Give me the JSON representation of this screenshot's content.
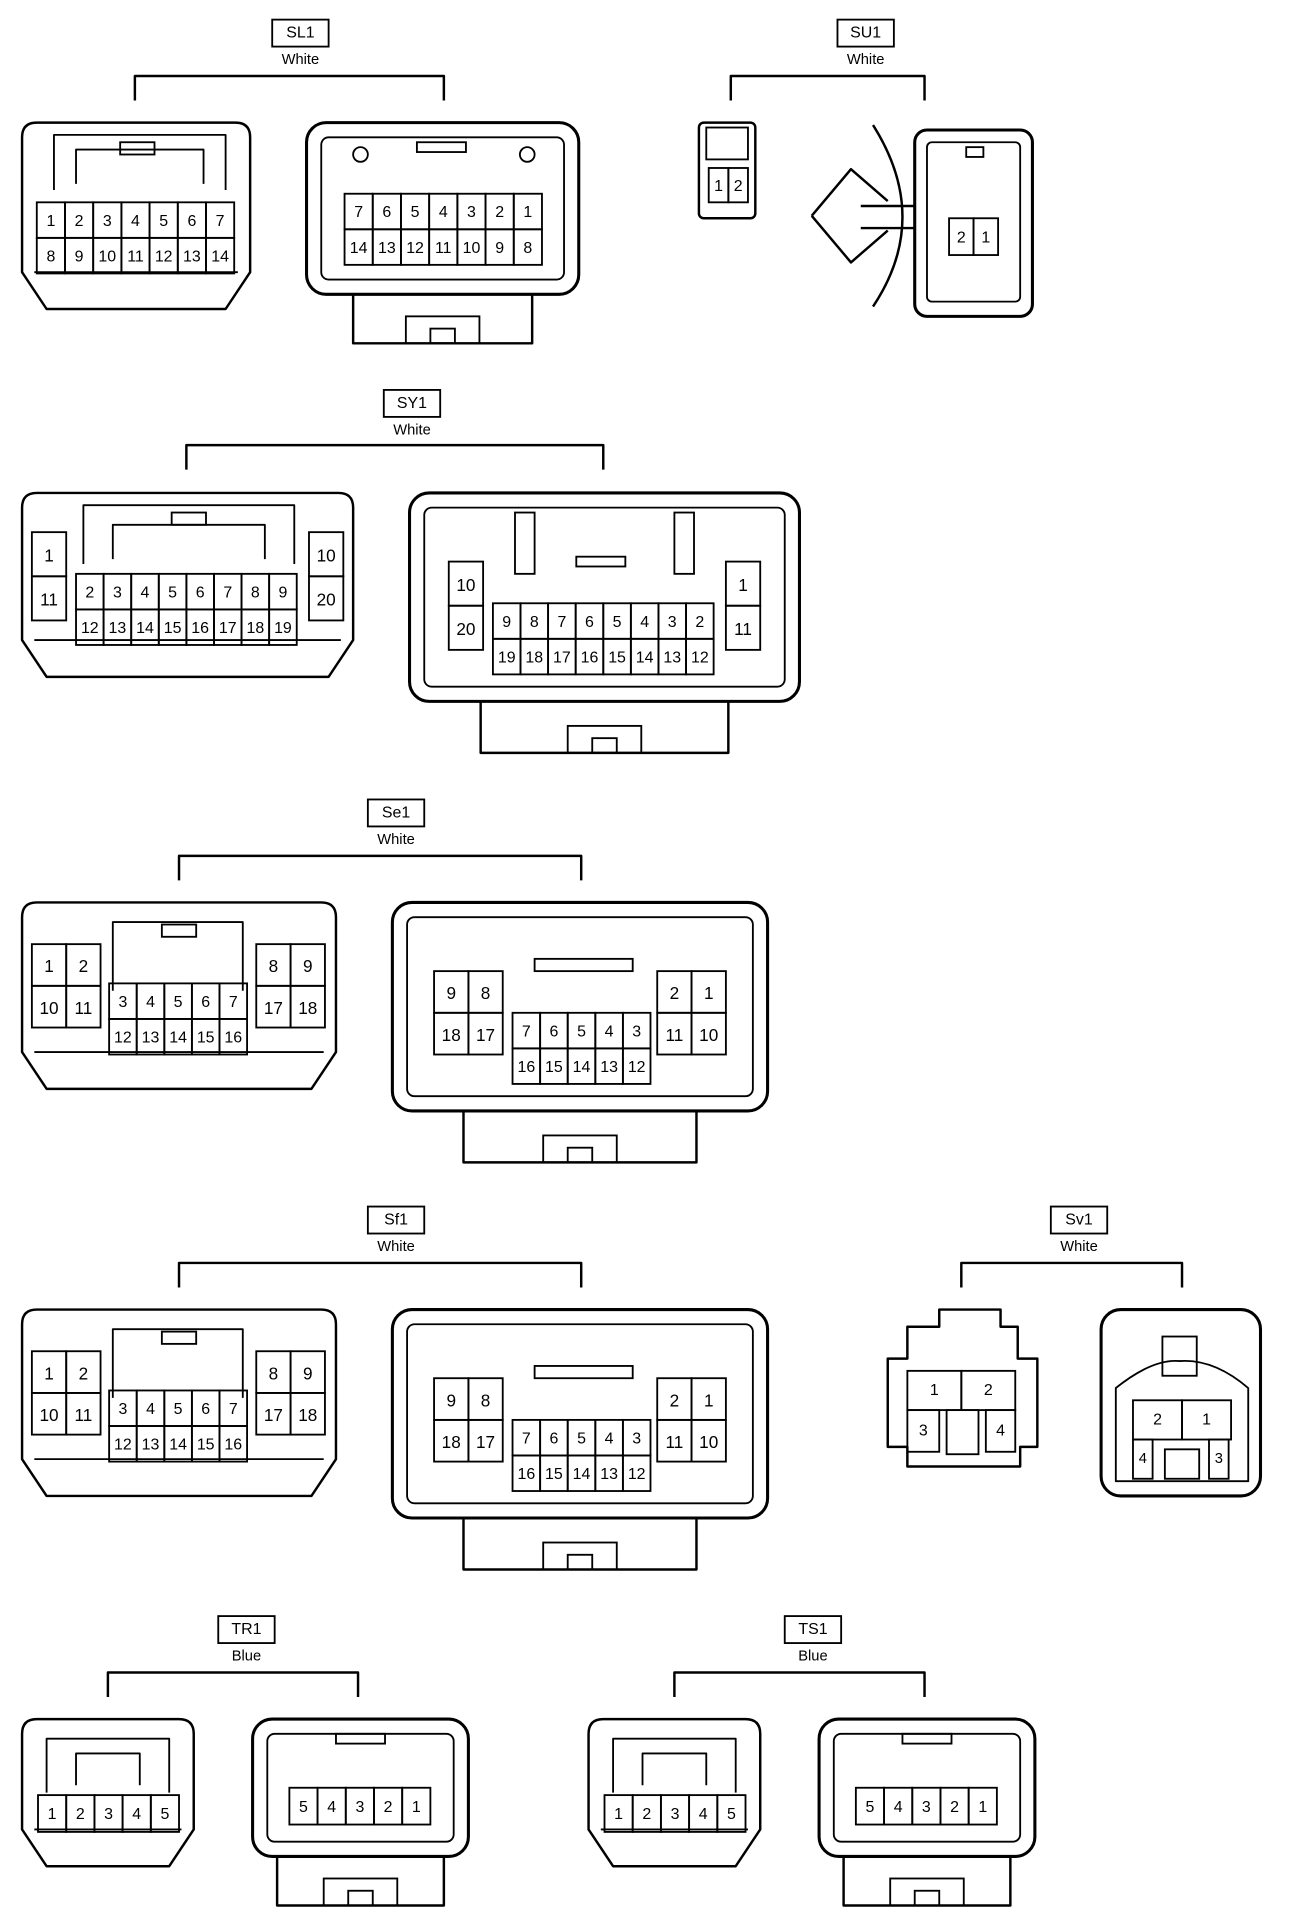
{
  "connectors": [
    {
      "id": "SL1",
      "color": "White"
    },
    {
      "id": "SU1",
      "color": "White"
    },
    {
      "id": "SY1",
      "color": "White"
    },
    {
      "id": "Se1",
      "color": "White"
    },
    {
      "id": "Sf1",
      "color": "White"
    },
    {
      "id": "Sv1",
      "color": "White"
    },
    {
      "id": "TR1",
      "color": "Blue"
    },
    {
      "id": "TS1",
      "color": "Blue"
    }
  ],
  "pins": {
    "sl1_left": [
      [
        "1",
        "2",
        "3",
        "4",
        "5",
        "6",
        "7"
      ],
      [
        "8",
        "9",
        "10",
        "11",
        "12",
        "13",
        "14"
      ]
    ],
    "sl1_right": [
      [
        "7",
        "6",
        "5",
        "4",
        "3",
        "2",
        "1"
      ],
      [
        "14",
        "13",
        "12",
        "11",
        "10",
        "9",
        "8"
      ]
    ],
    "su1_left": [
      [
        "1",
        "2"
      ]
    ],
    "su1_right": [
      [
        "2",
        "1"
      ]
    ],
    "sy1_left": {
      "side_l": [
        [
          "1"
        ],
        [
          "11"
        ]
      ],
      "main": [
        [
          "2",
          "3",
          "4",
          "5",
          "6",
          "7",
          "8",
          "9"
        ],
        [
          "12",
          "13",
          "14",
          "15",
          "16",
          "17",
          "18",
          "19"
        ]
      ],
      "side_r": [
        [
          "10"
        ],
        [
          "20"
        ]
      ]
    },
    "sy1_right": {
      "side_l": [
        [
          "10"
        ],
        [
          "20"
        ]
      ],
      "main": [
        [
          "9",
          "8",
          "7",
          "6",
          "5",
          "4",
          "3",
          "2"
        ],
        [
          "19",
          "18",
          "17",
          "16",
          "15",
          "14",
          "13",
          "12"
        ]
      ],
      "side_r": [
        [
          "1"
        ],
        [
          "11"
        ]
      ]
    },
    "e16_left": {
      "side_l": [
        [
          "1",
          "2"
        ],
        [
          "10",
          "11"
        ]
      ],
      "main": [
        [
          "3",
          "4",
          "5",
          "6",
          "7"
        ],
        [
          "12",
          "13",
          "14",
          "15",
          "16"
        ]
      ],
      "side_r": [
        [
          "8",
          "9"
        ],
        [
          "17",
          "18"
        ]
      ]
    },
    "e16_right": {
      "side_l": [
        [
          "9",
          "8"
        ],
        [
          "18",
          "17"
        ]
      ],
      "main": [
        [
          "7",
          "6",
          "5",
          "4",
          "3"
        ],
        [
          "16",
          "15",
          "14",
          "13",
          "12"
        ]
      ],
      "side_r": [
        [
          "2",
          "1"
        ],
        [
          "11",
          "10"
        ]
      ]
    },
    "sv1_left": [
      "1",
      "2",
      "3",
      "4"
    ],
    "sv1_right": [
      "2",
      "1",
      "4",
      "3"
    ],
    "t5_left": [
      [
        "1",
        "2",
        "3",
        "4",
        "5"
      ]
    ],
    "t5_right": [
      [
        "5",
        "4",
        "3",
        "2",
        "1"
      ]
    ]
  }
}
